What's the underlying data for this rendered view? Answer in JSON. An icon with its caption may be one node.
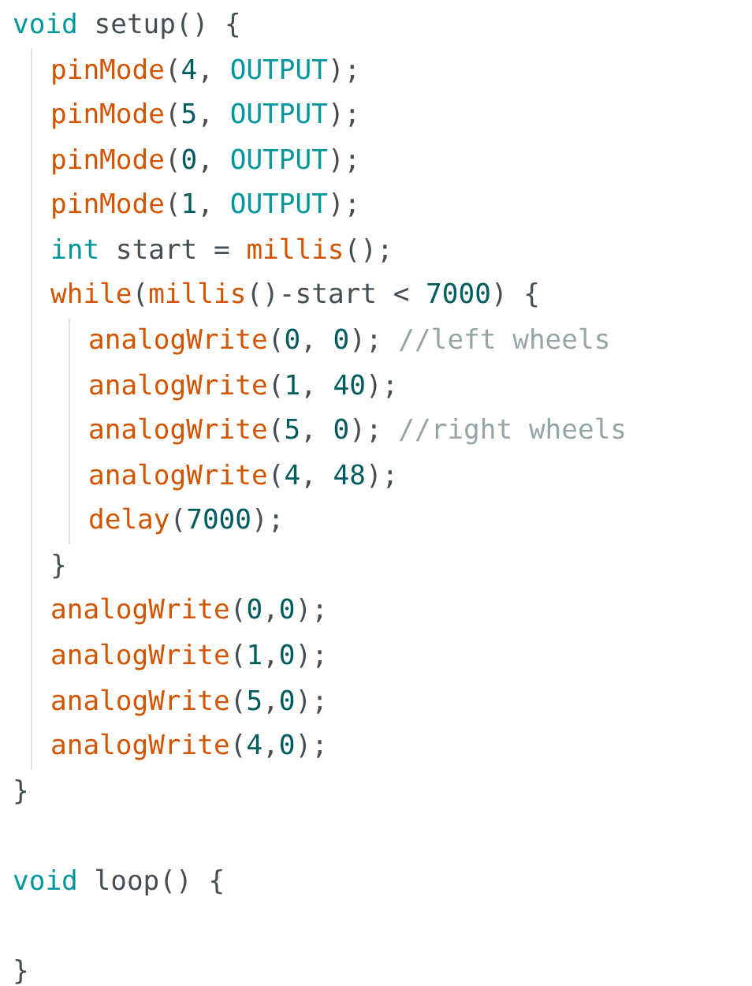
{
  "diagram": {
    "labels": [
      "void setup() {",
      "pinMode(4, OUTPUT);",
      "pinMode(5, OUTPUT);",
      "pinMode(0, OUTPUT);",
      "pinMode(1, OUTPUT);",
      "int start = millis();",
      "while(millis()-start < 7000) {",
      "analogWrite(0, 0); //left wheels",
      "analogWrite(1, 40);",
      "analogWrite(5, 0); //right wheels",
      "analogWrite(4, 48);",
      "delay(7000);",
      "}",
      "analogWrite(0,0);",
      "analogWrite(1,0);",
      "analogWrite(5,0);",
      "analogWrite(4,0);",
      "}",
      "void loop() {",
      "}"
    ]
  }
}
